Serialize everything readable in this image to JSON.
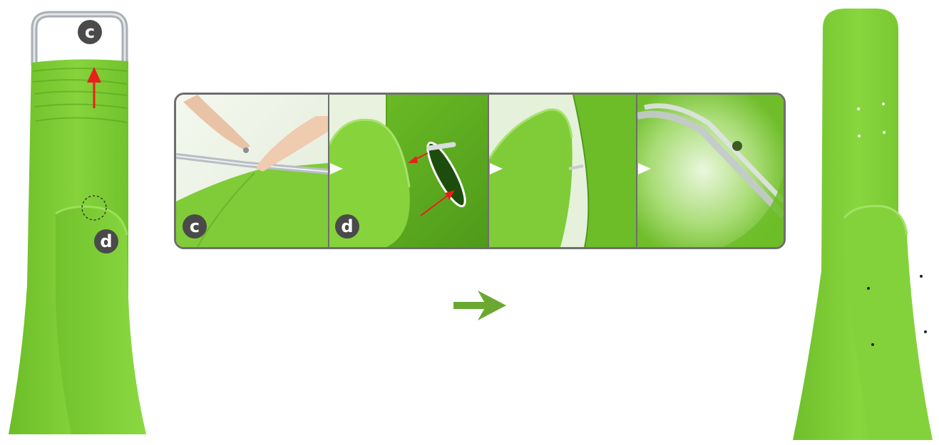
{
  "badges": {
    "c": "c",
    "d": "d"
  },
  "panels": {
    "panel_1_badge": "c",
    "panel_2_badge": "d"
  },
  "colors": {
    "fabric": "#7dcb32",
    "fabric_dark": "#5fa321",
    "fabric_light": "#9bdc55",
    "badge": "#4a4a4a",
    "red_arrow": "#e8201a",
    "step_arrow": "#6aa832",
    "frame": "#c8ccd0"
  },
  "icons": {
    "step_arrow": "right-arrow-icon",
    "pull_up_arrow": "up-arrow-icon",
    "pointer_arrows": "red-pointer-arrow-icon",
    "panel_markers": "white-triangle-marker-icon"
  }
}
